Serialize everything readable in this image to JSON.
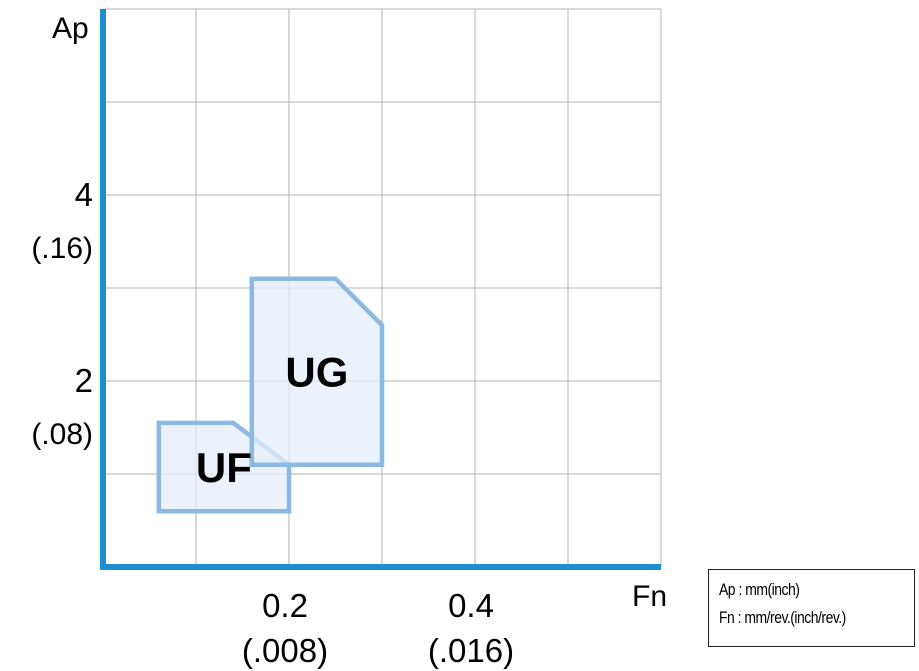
{
  "chart_data": {
    "type": "area",
    "title": "",
    "xlabel": "Fn",
    "ylabel": "Ap",
    "xlim": [
      0,
      0.6
    ],
    "ylim": [
      0,
      6
    ],
    "grid": true,
    "x_ticks": [
      {
        "value": 0.2,
        "label": "0.2",
        "sublabel": "(.008)"
      },
      {
        "value": 0.4,
        "label": "0.4",
        "sublabel": "(.016)"
      }
    ],
    "y_ticks": [
      {
        "value": 2,
        "label": "2",
        "sublabel": "(.08)"
      },
      {
        "value": 4,
        "label": "4",
        "sublabel": "(.16)"
      }
    ],
    "grid_step_x": 0.1,
    "grid_step_y": 1,
    "regions": [
      {
        "name": "UF",
        "points": [
          [
            0.06,
            0.6
          ],
          [
            0.2,
            0.6
          ],
          [
            0.2,
            1.1
          ],
          [
            0.14,
            1.55
          ],
          [
            0.06,
            1.55
          ]
        ]
      },
      {
        "name": "UG",
        "points": [
          [
            0.16,
            1.1
          ],
          [
            0.3,
            1.1
          ],
          [
            0.3,
            2.6
          ],
          [
            0.25,
            3.1
          ],
          [
            0.16,
            3.1
          ]
        ]
      }
    ]
  },
  "legend": {
    "line1": "Ap : mm(inch)",
    "line2": "Fn :  mm/rev.(inch/rev.)"
  },
  "colors": {
    "axis": "#1b8fd2",
    "grid": "#b3b3b3",
    "region_fill": "#e4eef9",
    "region_stroke": "#8db9e0"
  }
}
